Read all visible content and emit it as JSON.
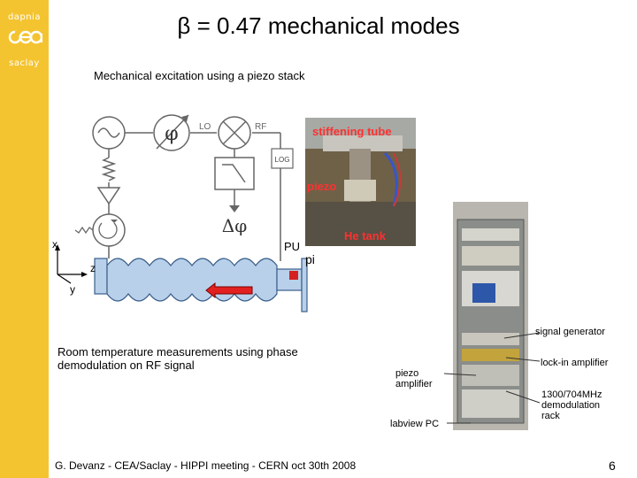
{
  "sidebar": {
    "brand_top": "dapnia",
    "brand_logo": "cea",
    "brand_bottom": "saclay",
    "color": "#f4c430"
  },
  "slide": {
    "title": "β = 0.47 mechanical modes",
    "subtitle": "Mechanical excitation using a piezo stack",
    "description": "Room temperature measurements using phase demodulation on RF signal",
    "footer": "G. Devanz - CEA/Saclay - HIPPI meeting - CERN oct 30th 2008",
    "page_number": "6"
  },
  "diagram": {
    "phi_symbol": "φ",
    "lo_label": "LO",
    "rf_label": "RF",
    "log_label": "LOG",
    "delta_phi": "Δφ",
    "pu_label": "PU",
    "piezo_label": "piezo",
    "axis_x": "x",
    "axis_y": "y",
    "axis_z": "z"
  },
  "photo_top": {
    "stiffening_tube": "stiffening tube",
    "piezo": "piezo",
    "he_tank": "He tank"
  },
  "rack_photo": {
    "signal_generator": "signal generator",
    "lock_in_amplifier": "lock-in amplifier",
    "piezo_amplifier": "piezo amplifier",
    "labview_pc": "labview PC",
    "demodulation_rack": "1300/704MHz demodulation rack"
  }
}
